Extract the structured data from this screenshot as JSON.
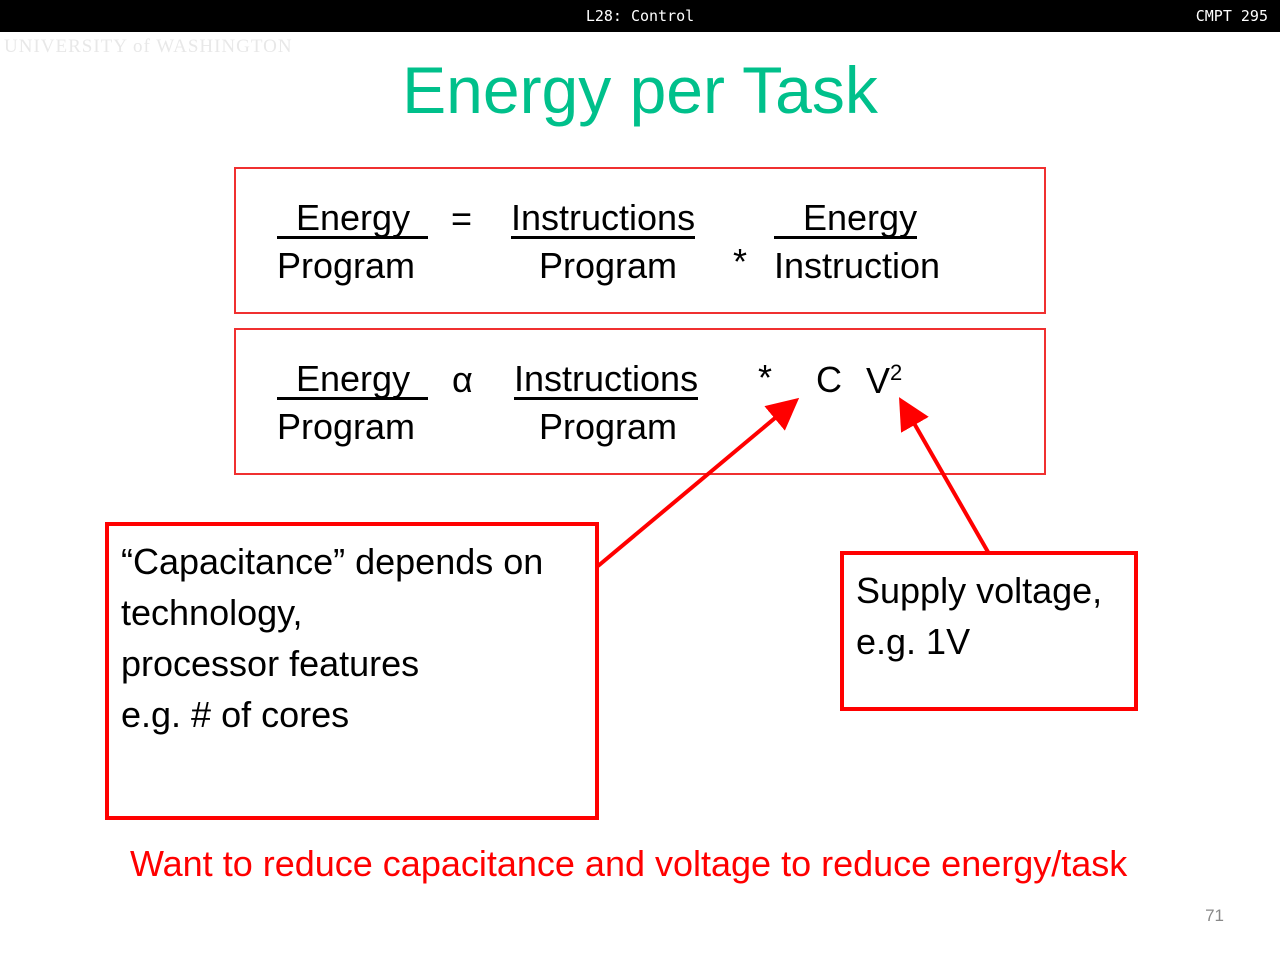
{
  "header": {
    "lecture": "L28: Control",
    "course": "CMPT 295"
  },
  "logo": "UNIVERSITY of WASHINGTON",
  "title": "Energy per Task",
  "eq1": {
    "lhs_num": "Energy",
    "lhs_den": "Program",
    "op": "=",
    "t1_num": "Instructions",
    "t1_den": "Program",
    "mul": "*",
    "t2_num": "Energy",
    "t2_den": "Instruction"
  },
  "eq2": {
    "lhs_num": "Energy",
    "lhs_den": "Program",
    "op": "α",
    "t1_num": "Instructions",
    "t1_den": "Program",
    "mul": "*",
    "c": "C",
    "v": "V",
    "exp": "2"
  },
  "callouts": {
    "capacitance": [
      "“Capacitance” depends on",
      "technology,",
      "processor features",
      "e.g. # of cores"
    ],
    "voltage": [
      "Supply voltage,",
      "e.g. 1V"
    ]
  },
  "footer": "Want to reduce capacitance and voltage to reduce energy/task",
  "page_number": "71",
  "colors": {
    "title": "#00c08b",
    "accent": "#ff0000"
  }
}
